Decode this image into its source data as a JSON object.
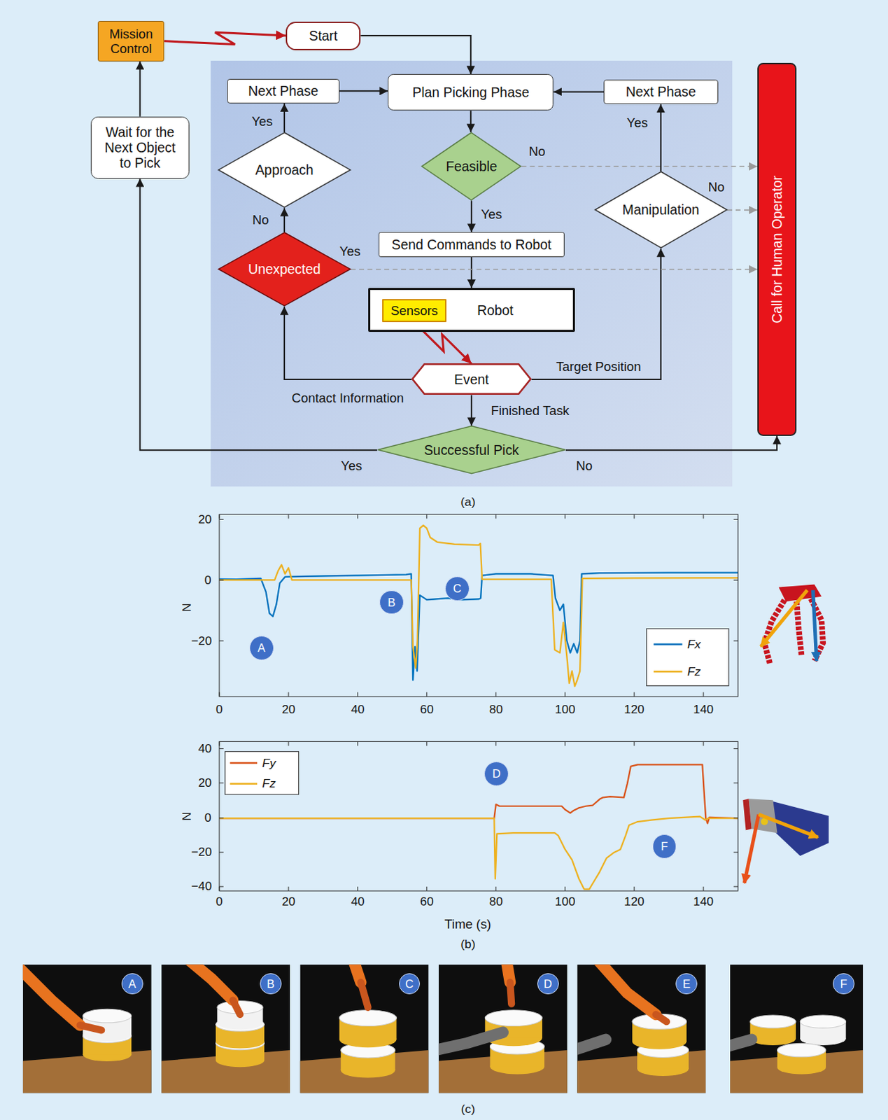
{
  "diagram": {
    "nodes": [
      {
        "text": [
          "Mission Control"
        ]
      },
      {
        "text": [
          "Start"
        ]
      },
      {
        "text": [
          "Next Phase"
        ]
      },
      {
        "text": [
          "Plan Picking Phase"
        ]
      },
      {
        "text": [
          "Next Phase"
        ]
      },
      {
        "text": [
          "Wait for the Next Object to Pick"
        ]
      },
      {
        "text": [
          "Approach"
        ]
      },
      {
        "text": [
          "Feasible"
        ]
      },
      {
        "text": [
          "Call for Human Operator"
        ]
      },
      {
        "text": [
          "Manipulation"
        ]
      },
      {
        "text": [
          "Unexpected"
        ]
      },
      {
        "text": [
          "Send Commands to Robot"
        ]
      },
      {
        "text": [
          "Robot"
        ]
      },
      {
        "text": [
          "Sensors"
        ],
        "in": 12
      },
      {
        "text": [
          "Event"
        ]
      },
      {
        "text": [
          "Successful Pick"
        ]
      },
      {
        "text": [
          "A"
        ]
      },
      {
        "text": [
          "B"
        ]
      },
      {
        "text": [
          "C"
        ]
      },
      {
        "text": [
          "D"
        ]
      },
      {
        "text": [
          "F"
        ]
      },
      {
        "text": [
          "A"
        ]
      },
      {
        "text": [
          "B"
        ]
      },
      {
        "text": [
          "C"
        ]
      },
      {
        "text": [
          "D"
        ]
      },
      {
        "text": [
          "E"
        ]
      },
      {
        "text": [
          "F"
        ]
      }
    ],
    "edges": [
      {
        "from": 0,
        "to": 1,
        "arrow": "to"
      },
      {
        "from": 1,
        "to": 3,
        "arrow": "to"
      },
      {
        "from": 2,
        "to": 3,
        "arrow": "to"
      },
      {
        "from": 4,
        "to": 3,
        "arrow": "to"
      },
      {
        "from": 3,
        "to": 7,
        "arrow": "to"
      },
      {
        "from": 7,
        "to": 8,
        "label": "No",
        "arrow": "to"
      },
      {
        "from": 7,
        "to": 11,
        "label": "Yes",
        "arrow": "to"
      },
      {
        "from": 11,
        "to": 12,
        "arrow": "to"
      },
      {
        "from": 13,
        "to": 14,
        "arrow": "to"
      },
      {
        "from": 14,
        "to": 10,
        "label": "Contact Information",
        "arrow": "to"
      },
      {
        "from": 14,
        "to": 9,
        "label": "Target Position",
        "arrow": "to"
      },
      {
        "from": 14,
        "to": 15,
        "label": "Finished Task",
        "arrow": "to"
      },
      {
        "from": 10,
        "to": 6,
        "label": "No",
        "arrow": "to"
      },
      {
        "from": 10,
        "to": 8,
        "label": "Yes",
        "arrow": "to"
      },
      {
        "from": 6,
        "to": 2,
        "label": "Yes",
        "arrow": "to"
      },
      {
        "from": 9,
        "to": 4,
        "label": "Yes",
        "arrow": "to"
      },
      {
        "from": 9,
        "to": 8,
        "label": "No",
        "arrow": "to"
      },
      {
        "from": 15,
        "to": 5,
        "label": "Yes",
        "arrow": "to"
      },
      {
        "from": 15,
        "to": 8,
        "label": "No",
        "arrow": "to"
      },
      {
        "from": 5,
        "to": 0,
        "arrow": "to"
      }
    ],
    "labels": [
      "(a)",
      "20",
      "0",
      "−20",
      "N",
      "0",
      "20",
      "40",
      "60",
      "80",
      "100",
      "120",
      "140",
      "40",
      "20",
      "0",
      "−20",
      "−40",
      "N",
      "0",
      "20",
      "40",
      "60",
      "80",
      "100",
      "120",
      "140",
      "Time (s)",
      "(b)",
      "(c)"
    ],
    "legend": [
      {
        "text": "Fx"
      },
      {
        "text": "Fz"
      },
      {
        "text": "Fy"
      },
      {
        "text": "Fz"
      }
    ]
  }
}
